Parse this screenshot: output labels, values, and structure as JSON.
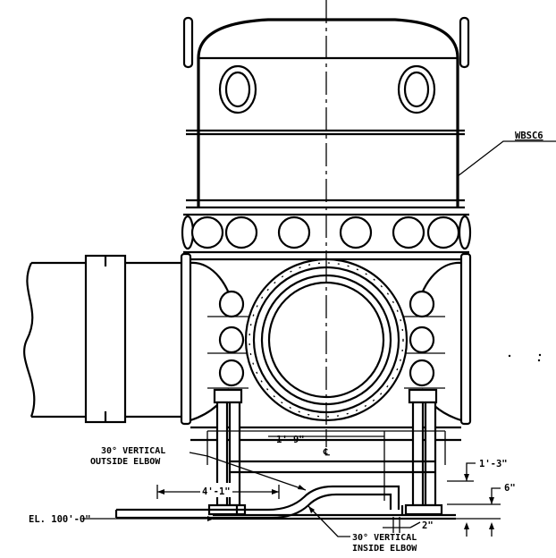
{
  "drawing": {
    "tag_label": "WBSC6",
    "centerline_symbol": "℄",
    "elevation_label": "EL. 100'-0\"",
    "callouts": {
      "outside_elbow_line1": "30° VERTICAL",
      "outside_elbow_line2": "OUTSIDE ELBOW",
      "inside_elbow_line1": "30° VERTICAL",
      "inside_elbow_line2": "INSIDE ELBOW"
    },
    "dimensions": {
      "center_offset": "1'-9\"",
      "left_run": "4'-1\"",
      "right_height": "1'-3\"",
      "right_small": "6\"",
      "bottom_gap": "2\""
    }
  }
}
